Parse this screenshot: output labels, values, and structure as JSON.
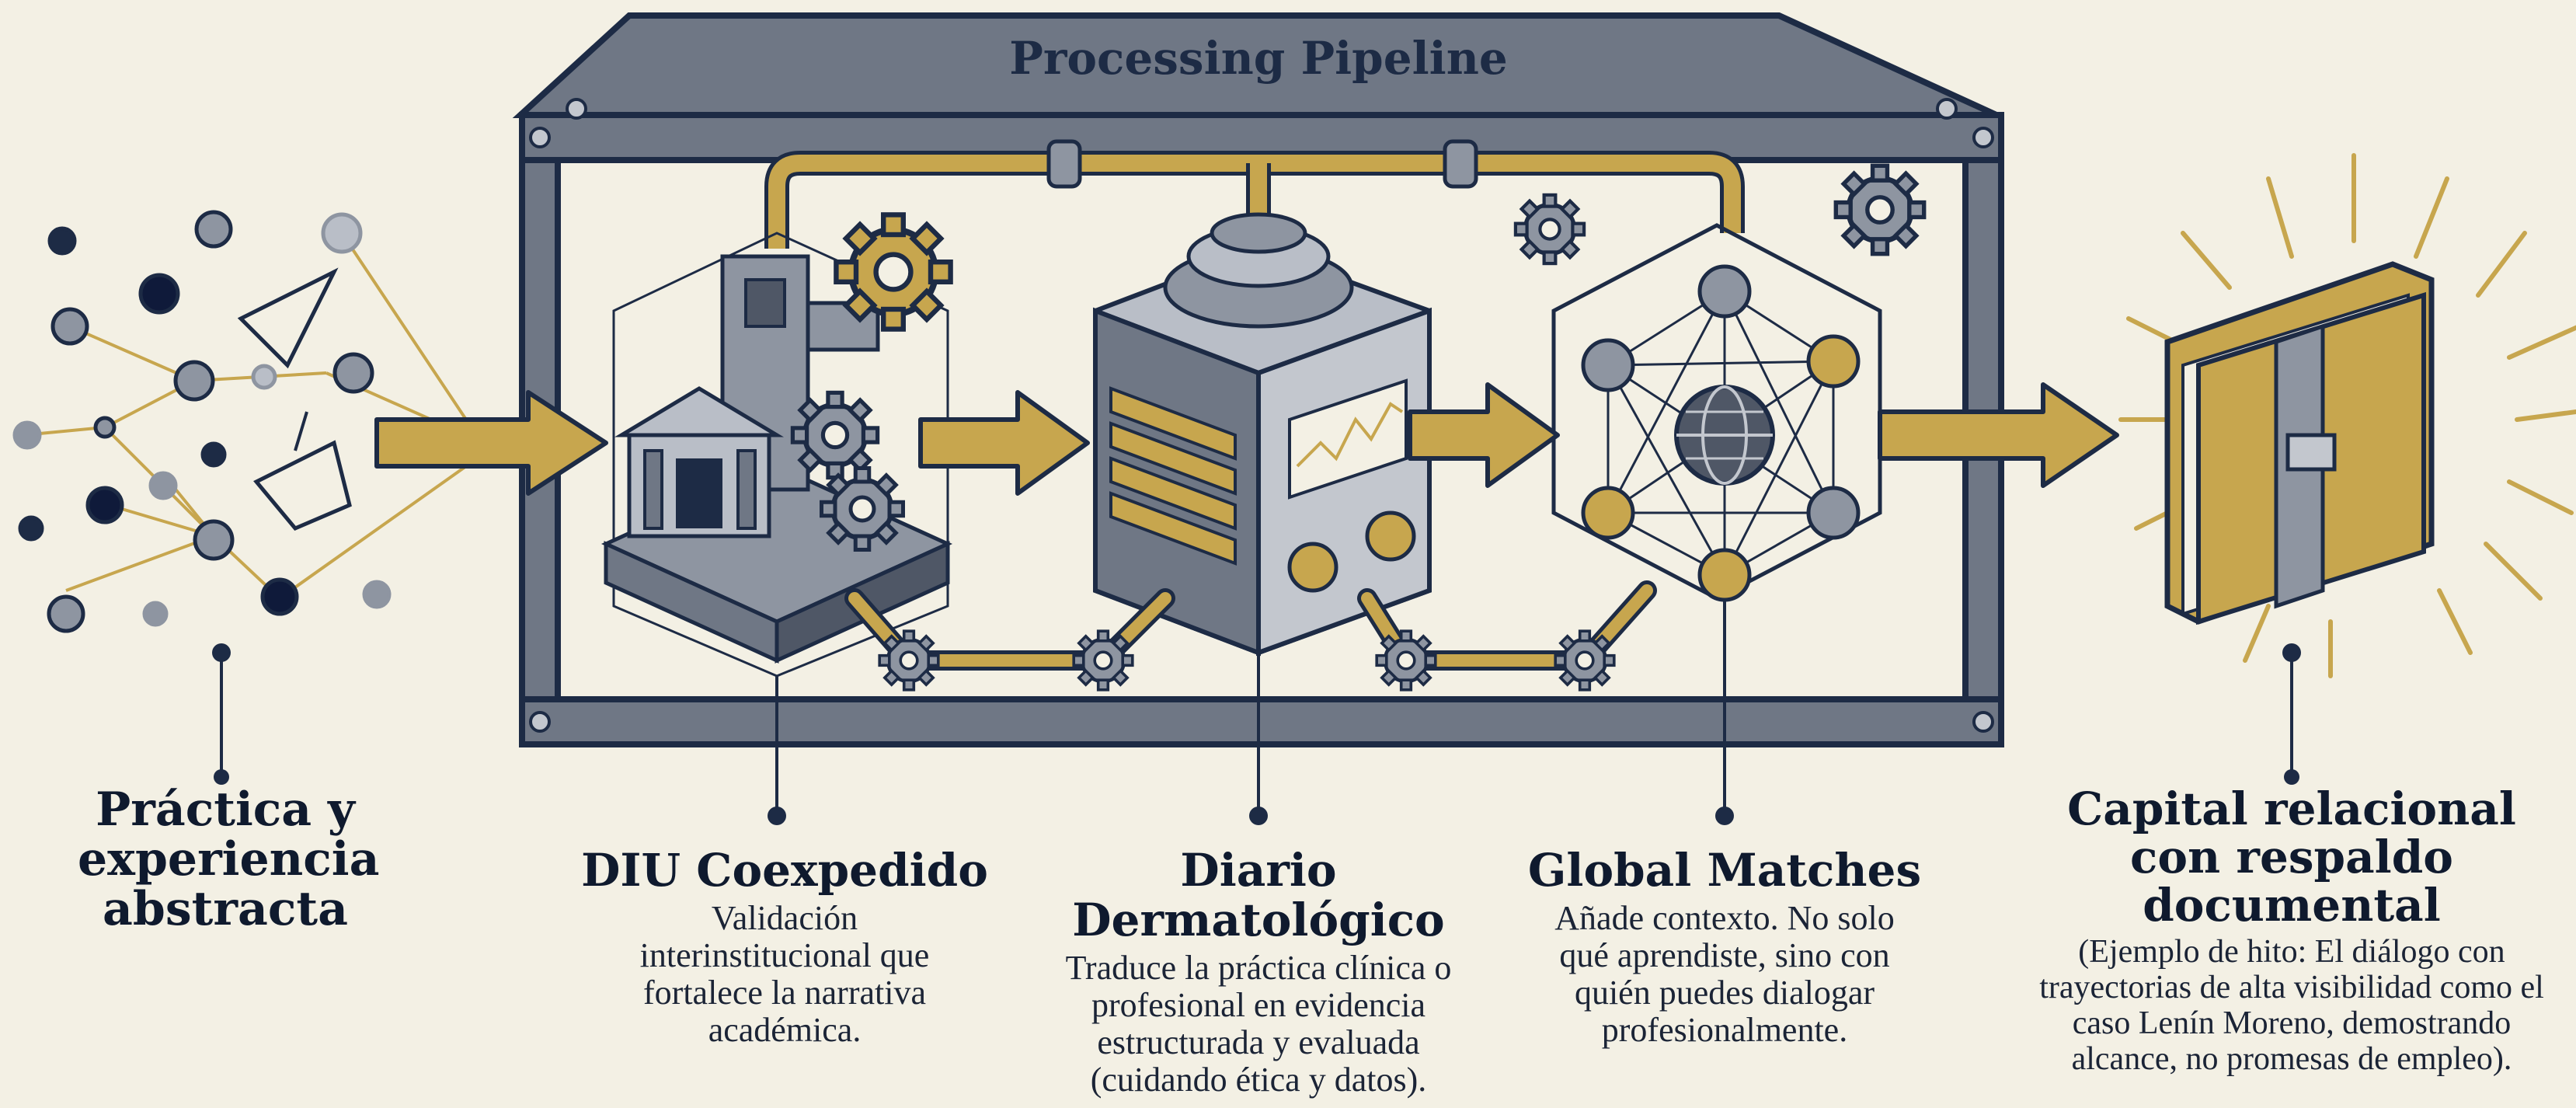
{
  "frame": {
    "title": "Processing Pipeline"
  },
  "input": {
    "label": "Práctica y experiencia abstracta"
  },
  "stages": [
    {
      "title": "DIU Coexpedido",
      "description": "Validación interinstitucional que fortalece la narrativa académica.",
      "icon": "building-gear-icon"
    },
    {
      "title": "Diario Dermatológico",
      "description": "Traduce la práctica clínica o profesional en evidencia estructurada y evaluada (cuidando ética y datos).",
      "icon": "journal-machine-icon"
    },
    {
      "title": "Global Matches",
      "description": "Añade contexto. No solo qué aprendiste, sino con quién puedes dialogar profesionalmente.",
      "icon": "network-globe-icon"
    }
  ],
  "output": {
    "title": "Capital relacional con respaldo documental",
    "description": "(Ejemplo de hito: El diálogo con trayectorias de alta visibilidad como el caso Lenín Moreno, demostrando alcance, no promesas de empleo).",
    "icon": "glowing-folder-icon"
  },
  "colors": {
    "navy": "#1d2b45",
    "steel": "#6f7785",
    "gold": "#c7a64e",
    "background": "#f3f0e4"
  }
}
